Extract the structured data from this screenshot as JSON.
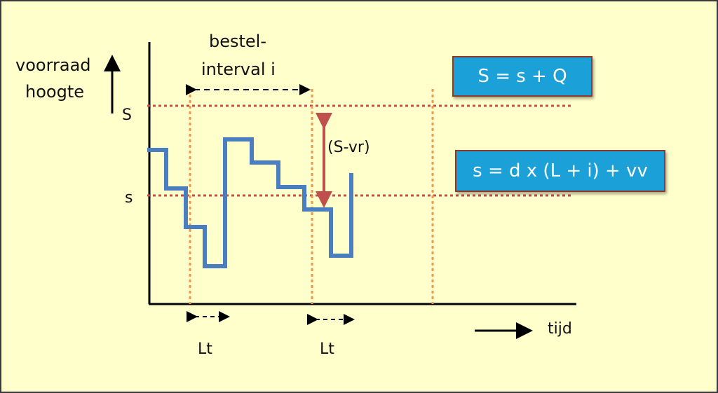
{
  "labels": {
    "y_axis_line1": "voorraad",
    "y_axis_line2": "hoogte",
    "S_upper": "S",
    "s_lower": "s",
    "order_interval_line1": "bestel-",
    "order_interval_line2": "interval i",
    "difference": "(S-vr)",
    "lead_time_1": "Lt",
    "lead_time_2": "Lt",
    "time": "tijd"
  },
  "formulas": {
    "max_level": "S = s + Q",
    "reorder_level": "s = d x (L + i) + vv"
  },
  "colors": {
    "background": "#FFFFCC",
    "stock_line": "#4A7EC0",
    "level_lines": "#C0504D",
    "review_lines": "#F79646",
    "formula_box": "#1BA1D8"
  }
}
